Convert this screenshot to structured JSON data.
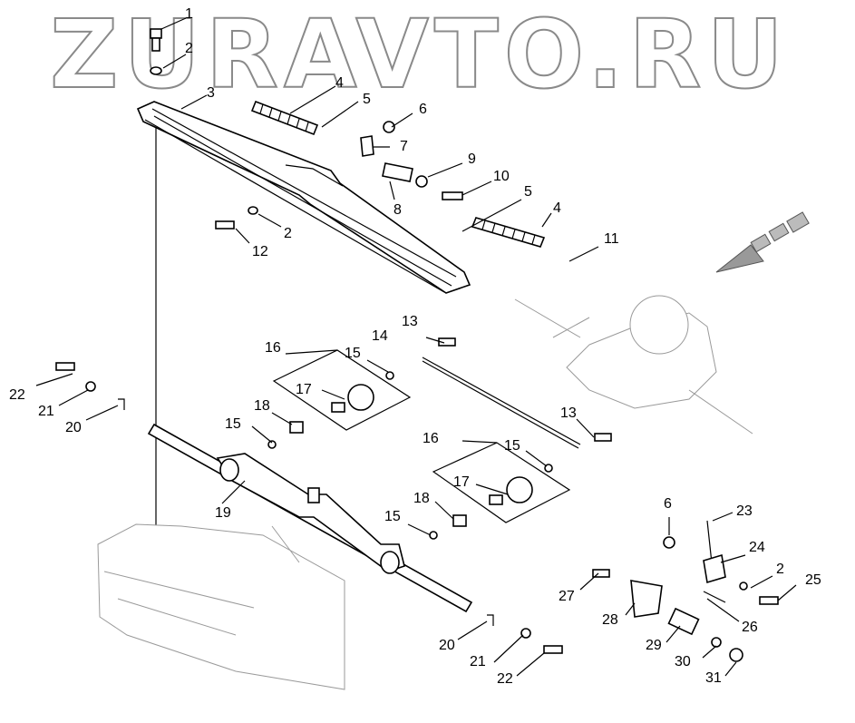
{
  "watermark": "ZURAVTO.RU",
  "callouts": [
    {
      "id": "c1",
      "text": "1"
    },
    {
      "id": "c2a",
      "text": "2"
    },
    {
      "id": "c3",
      "text": "3"
    },
    {
      "id": "c4a",
      "text": "4"
    },
    {
      "id": "c5a",
      "text": "5"
    },
    {
      "id": "c6a",
      "text": "6"
    },
    {
      "id": "c7",
      "text": "7"
    },
    {
      "id": "c8",
      "text": "8"
    },
    {
      "id": "c9",
      "text": "9"
    },
    {
      "id": "c10",
      "text": "10"
    },
    {
      "id": "c5b",
      "text": "5"
    },
    {
      "id": "c4b",
      "text": "4"
    },
    {
      "id": "c11",
      "text": "11"
    },
    {
      "id": "c2b",
      "text": "2"
    },
    {
      "id": "c12",
      "text": "12"
    },
    {
      "id": "c13a",
      "text": "13"
    },
    {
      "id": "c14",
      "text": "14"
    },
    {
      "id": "c16a",
      "text": "16"
    },
    {
      "id": "c15a",
      "text": "15"
    },
    {
      "id": "c17a",
      "text": "17"
    },
    {
      "id": "c18a",
      "text": "18"
    },
    {
      "id": "c15b",
      "text": "15"
    },
    {
      "id": "c22a",
      "text": "22"
    },
    {
      "id": "c21a",
      "text": "21"
    },
    {
      "id": "c20a",
      "text": "20"
    },
    {
      "id": "c13b",
      "text": "13"
    },
    {
      "id": "c16b",
      "text": "16"
    },
    {
      "id": "c15c",
      "text": "15"
    },
    {
      "id": "c17b",
      "text": "17"
    },
    {
      "id": "c19",
      "text": "19"
    },
    {
      "id": "c18b",
      "text": "18"
    },
    {
      "id": "c15d",
      "text": "15"
    },
    {
      "id": "c6b",
      "text": "6"
    },
    {
      "id": "c23",
      "text": "23"
    },
    {
      "id": "c24",
      "text": "24"
    },
    {
      "id": "c2c",
      "text": "2"
    },
    {
      "id": "c25",
      "text": "25"
    },
    {
      "id": "c27",
      "text": "27"
    },
    {
      "id": "c28",
      "text": "28"
    },
    {
      "id": "c26",
      "text": "26"
    },
    {
      "id": "c29",
      "text": "29"
    },
    {
      "id": "c30",
      "text": "30"
    },
    {
      "id": "c31",
      "text": "31"
    },
    {
      "id": "c20b",
      "text": "20"
    },
    {
      "id": "c21b",
      "text": "21"
    },
    {
      "id": "c22b",
      "text": "22"
    }
  ]
}
